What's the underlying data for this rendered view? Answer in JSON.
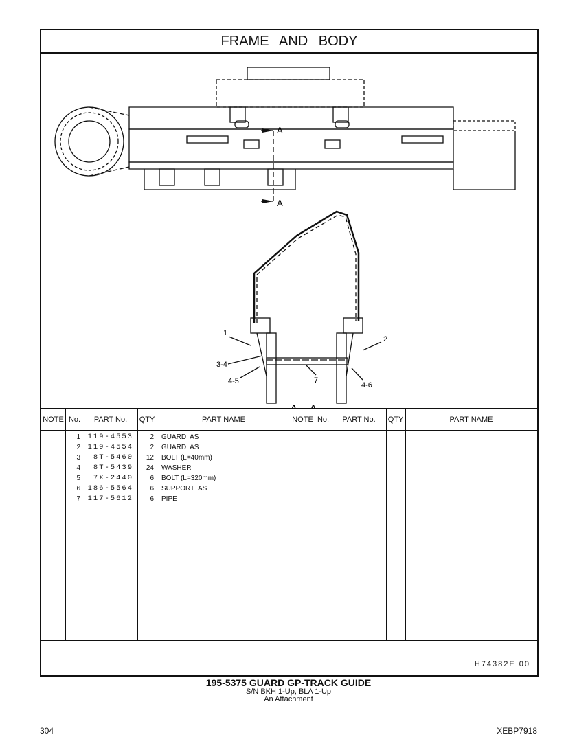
{
  "title": "FRAME AND BODY",
  "drawing": {
    "section_marker_top": "A",
    "section_marker_bottom": "A",
    "section_label": "A – A",
    "callouts": [
      "1",
      "2",
      "3-4",
      "4-5",
      "4-6",
      "7"
    ]
  },
  "table": {
    "headers": [
      "NOTE",
      "No.",
      "PART No.",
      "QTY",
      "PART NAME",
      "NOTE",
      "No.",
      "PART No.",
      "QTY",
      "PART NAME"
    ],
    "rows": [
      {
        "no": "1",
        "part_no": "119-4553",
        "qty": "2",
        "name": "GUARD  AS"
      },
      {
        "no": "2",
        "part_no": "119-4554",
        "qty": "2",
        "name": "GUARD  AS"
      },
      {
        "no": "3",
        "part_no": "8T-5460",
        "qty": "12",
        "name": "BOLT (L=40mm)"
      },
      {
        "no": "4",
        "part_no": "8T-5439",
        "qty": "24",
        "name": "WASHER"
      },
      {
        "no": "5",
        "part_no": "7X-2440",
        "qty": "6",
        "name": "BOLT (L=320mm)"
      },
      {
        "no": "6",
        "part_no": "186-5564",
        "qty": "6",
        "name": "SUPPORT  AS"
      },
      {
        "no": "7",
        "part_no": "117-5612",
        "qty": "6",
        "name": "PIPE"
      }
    ]
  },
  "illustration_code": "H74382E    00",
  "caption": {
    "title": "195-5375  GUARD  GP-TRACK  GUIDE",
    "serial": "S/N BKH 1-Up, BLA 1-Up",
    "note": "An Attachment"
  },
  "page_number": "304",
  "document_id": "XEBP7918"
}
